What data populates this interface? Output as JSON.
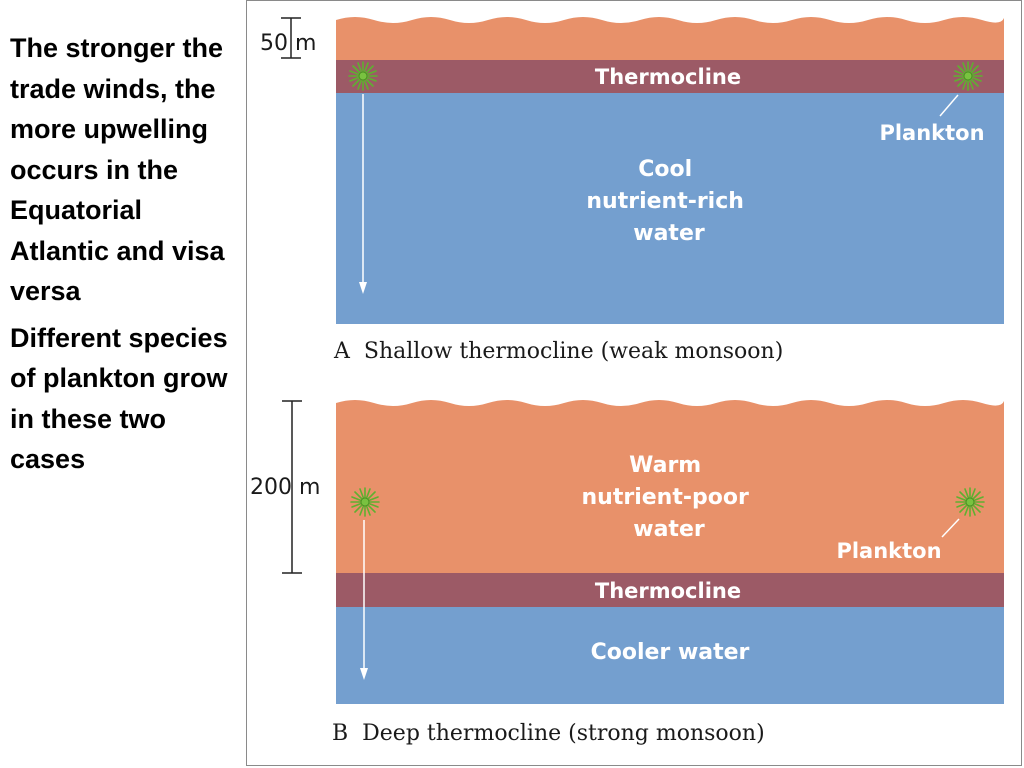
{
  "text": {
    "paragraph_1": "The stronger the trade winds, the more upwelling occurs in the Equatorial Atlantic and visa versa",
    "paragraph_2": "Different species of plankton grow in these two cases"
  },
  "panel_a": {
    "scale_label": "50 m",
    "thermocline_label": "Thermocline",
    "plankton_label": "Plankton",
    "water_label_line1": "Cool",
    "water_label_line2": "nutrient-rich",
    "water_label_line3": "water",
    "caption": "A  Shallow thermocline (weak monsoon)"
  },
  "panel_b": {
    "scale_label": "200 m",
    "thermocline_label": "Thermocline",
    "plankton_label": "Plankton",
    "water_label_line1": "Warm",
    "water_label_line2": "nutrient-poor",
    "water_label_line3": "water",
    "cooler_label": "Cooler water",
    "caption": "B  Deep thermocline (strong monsoon)"
  },
  "colors": {
    "warm_surface": "#E8916A",
    "thermocline": "#9C5A66",
    "cool_water": "#749FCF",
    "plankton": "#5FB030"
  }
}
